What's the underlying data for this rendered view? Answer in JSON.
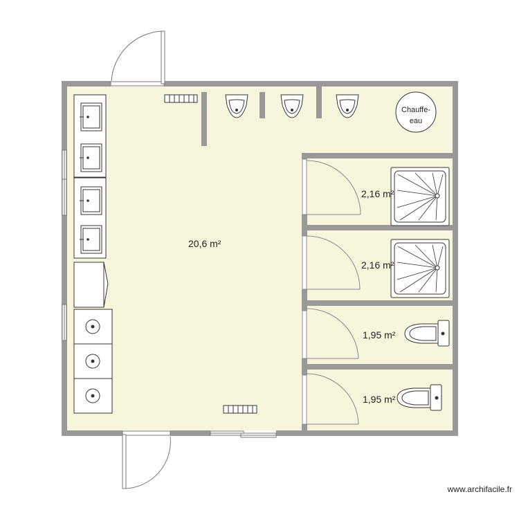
{
  "plan": {
    "rooms": [
      {
        "area_label": "20,6 m²"
      },
      {
        "area_label": "2,16 m²"
      },
      {
        "area_label": "2,16 m²"
      },
      {
        "area_label": "1,95 m²"
      },
      {
        "area_label": "1,95 m²"
      }
    ],
    "water_heater_label_line1": "Chauffe-",
    "water_heater_label_line2": "eau",
    "watermark": "www.archifacile.fr"
  },
  "colors": {
    "floor": "#f8f5dd",
    "wall": "#999999",
    "line": "#444444"
  }
}
